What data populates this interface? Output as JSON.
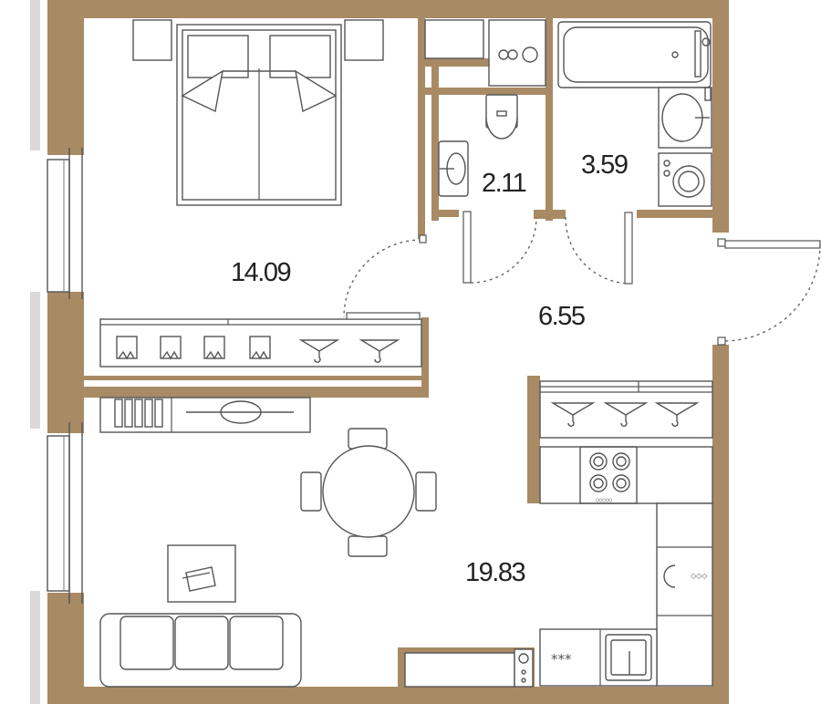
{
  "colors": {
    "wall": "#a88a65",
    "outer_strip": "#d9d9d9",
    "furniture_stroke": "#555555",
    "floor": "#ffffff"
  },
  "rooms": {
    "bedroom": {
      "area": "14.09"
    },
    "toilet": {
      "area": "2.11"
    },
    "bathroom": {
      "area": "3.59"
    },
    "hall": {
      "area": "6.55"
    },
    "living_kitchen": {
      "area": "19.83"
    }
  },
  "icons": {
    "bed": "double-bed-icon",
    "toilet": "toilet-icon",
    "bathtub": "bathtub-icon",
    "washer": "washing-machine-icon",
    "hob": "hob-icon",
    "table": "round-table-icon",
    "sofa": "sofa-icon"
  }
}
